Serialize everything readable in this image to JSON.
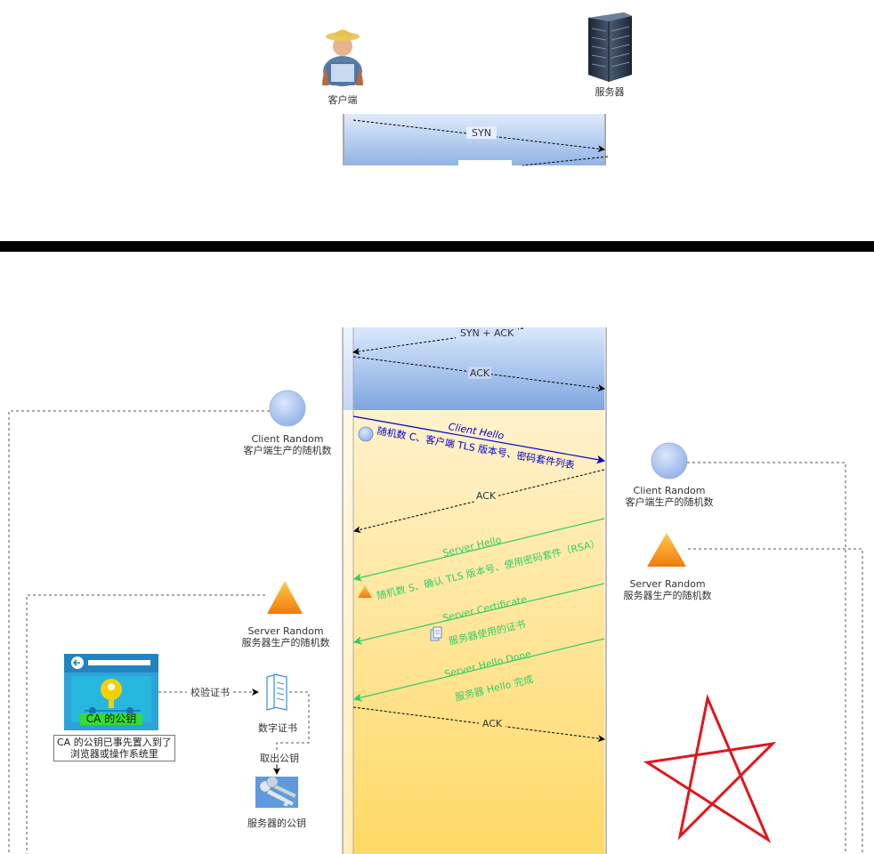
{
  "actors": {
    "client": "客户端",
    "server": "服务器"
  },
  "tcp": {
    "syn": "SYN",
    "syn_ack": "SYN + ACK",
    "ack": "ACK"
  },
  "tls": {
    "client_hello_title": "Client Hello",
    "client_hello_body": "随机数 C、客户端 TLS 版本号、密码套件列表",
    "ack_1": "ACK",
    "server_hello_title": "Server Hello",
    "server_hello_body": "随机数 S、确认 TLS 版本号、使用密码套件（RSA）",
    "server_cert_title": "Server Certificate",
    "server_cert_body": "服务器使用的证书",
    "server_done_title": "Server Hello Done",
    "server_done_body": "服务器 Hello 完成",
    "ack_2": "ACK"
  },
  "left": {
    "client_random_title": "Client Random",
    "client_random_sub": "客户端生产的随机数",
    "server_random_title": "Server Random",
    "server_random_sub": "服务器生产的随机数",
    "ca_key_label": "CA 的公钥",
    "ca_note_line1": "CA 的公钥已事先置入到了",
    "ca_note_line2": "浏览器或操作系统里",
    "verify_cert": "校验证书",
    "digital_cert": "数字证书",
    "take_pubkey": "取出公钥",
    "server_pubkey": "服务器的公钥"
  },
  "right": {
    "client_random_title": "Client Random",
    "client_random_sub": "客户端生产的随机数",
    "server_random_title": "Server Random",
    "server_random_sub": "服务器生产的随机数"
  },
  "colors": {
    "tcp_band": "#a9c4eb",
    "tls_band": "#fff2cc",
    "client_hello": "#0000cc",
    "server_msgs": "#33cc66",
    "star": "#e0161c"
  }
}
